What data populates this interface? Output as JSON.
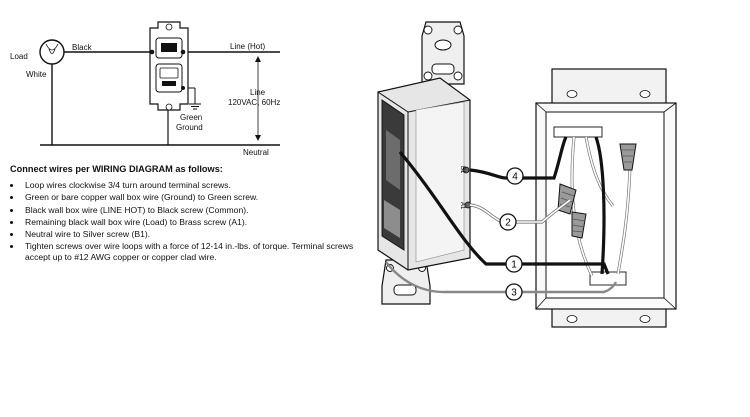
{
  "schematic": {
    "load_label": "Load",
    "white_label": "White",
    "black_label": "Black",
    "line_hot_label": "Line (Hot)",
    "line_label": "Line",
    "voltage_label": "120VAC, 60Hz",
    "green_label": "Green",
    "ground_label": "Ground",
    "neutral_label": "Neutral"
  },
  "instructions": {
    "heading": "Connect wires per WIRING DIAGRAM as follows:",
    "items": [
      "Loop wires clockwise 3/4 turn around terminal screws.",
      "Green or bare copper wall box wire (Ground) to Green screw.",
      "Black wall box wire (LINE HOT) to  Black screw (Common).",
      "Remaining black wall box wire (Load) to Brass screw (A1).",
      "Neutral wire to Silver screw (B1).",
      "Tighten screws over wire loops with a force of 12-14 in.-lbs. of torque. Terminal screws accept up to #12 AWG copper or copper clad wire."
    ]
  },
  "callouts": [
    "4",
    "2",
    "1",
    "3"
  ],
  "terminal_labels": {
    "b1": "B1",
    "a1": "A1"
  }
}
